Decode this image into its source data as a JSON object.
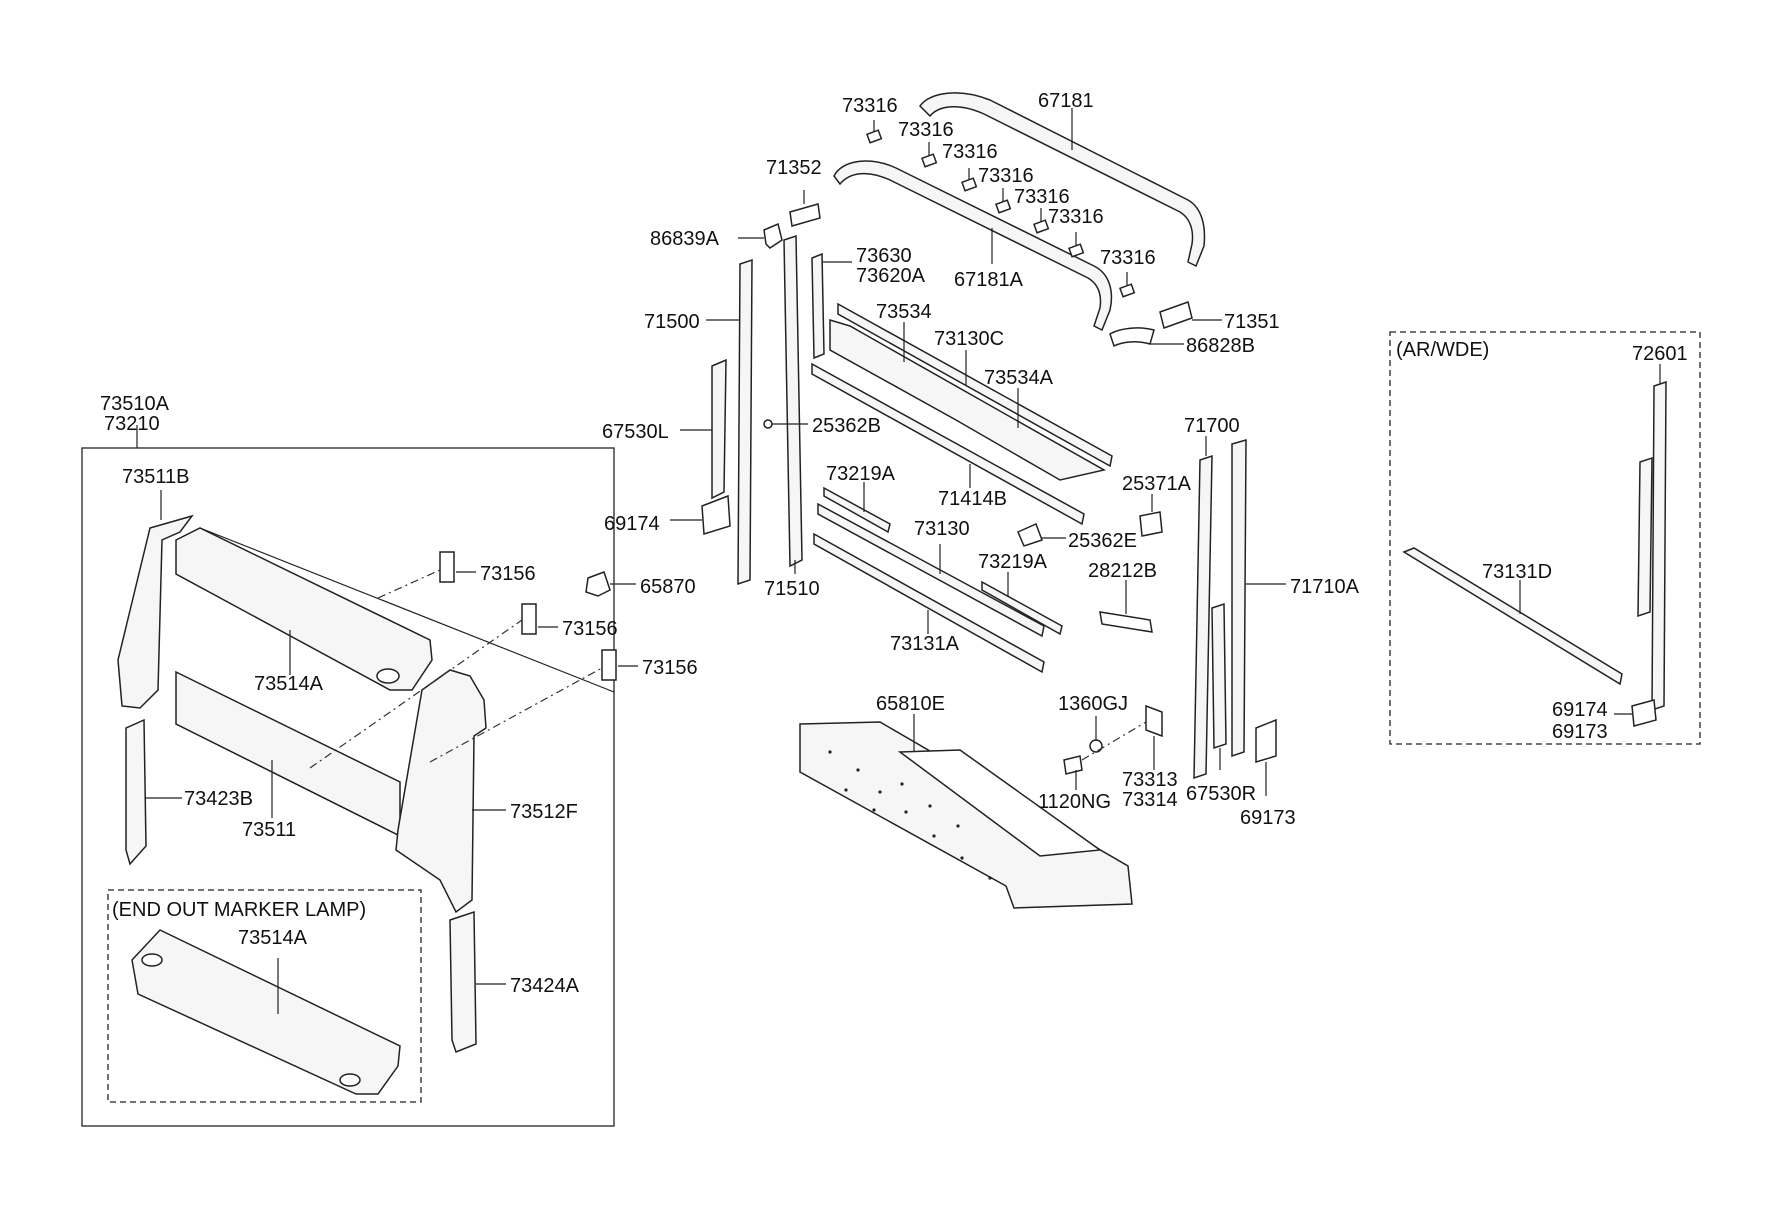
{
  "labels": {
    "l67181": "67181",
    "l73316_a": "73316",
    "l73316_b": "73316",
    "l73316_c": "73316",
    "l73316_d": "73316",
    "l73316_e": "73316",
    "l73316_f": "73316",
    "l73316_g": "73316",
    "l71352": "71352",
    "l86839A": "86839A",
    "l73630": "73630",
    "l73620A": "73620A",
    "l67181A": "67181A",
    "l71351": "71351",
    "l86828B": "86828B",
    "l71500": "71500",
    "l73534": "73534",
    "l73130C": "73130C",
    "l73534A": "73534A",
    "l67530L": "67530L",
    "l25362B": "25362B",
    "l73510A": "73510A",
    "l73210": "73210",
    "l73511B": "73511B",
    "l69174_l": "69174",
    "l73219A_a": "73219A",
    "l71414B": "71414B",
    "l73130": "73130",
    "l71510": "71510",
    "l25371A": "25371A",
    "l25362E": "25362E",
    "l73219A_b": "73219A",
    "l28212B": "28212B",
    "l71700": "71700",
    "l71710A": "71710A",
    "l73156_a": "73156",
    "l65870": "65870",
    "l73156_b": "73156",
    "l73156_c": "73156",
    "l73514A": "73514A",
    "l73131A": "73131A",
    "l65810E": "65810E",
    "l1360GJ": "1360GJ",
    "l73313": "73313",
    "l73314": "73314",
    "l1120NG": "1120NG",
    "l67530R": "67530R",
    "l69173": "69173",
    "l73423B": "73423B",
    "l73511": "73511",
    "l73512F": "73512F",
    "l73514A_b": "73514A",
    "l73424A": "73424A",
    "l72601": "72601",
    "l73131D": "73131D",
    "l69174_r": "69174",
    "l69173_r": "69173"
  },
  "boxes": {
    "arwde_caption": "(AR/WDE)",
    "marker_caption": "(END OUT MARKER LAMP)"
  }
}
